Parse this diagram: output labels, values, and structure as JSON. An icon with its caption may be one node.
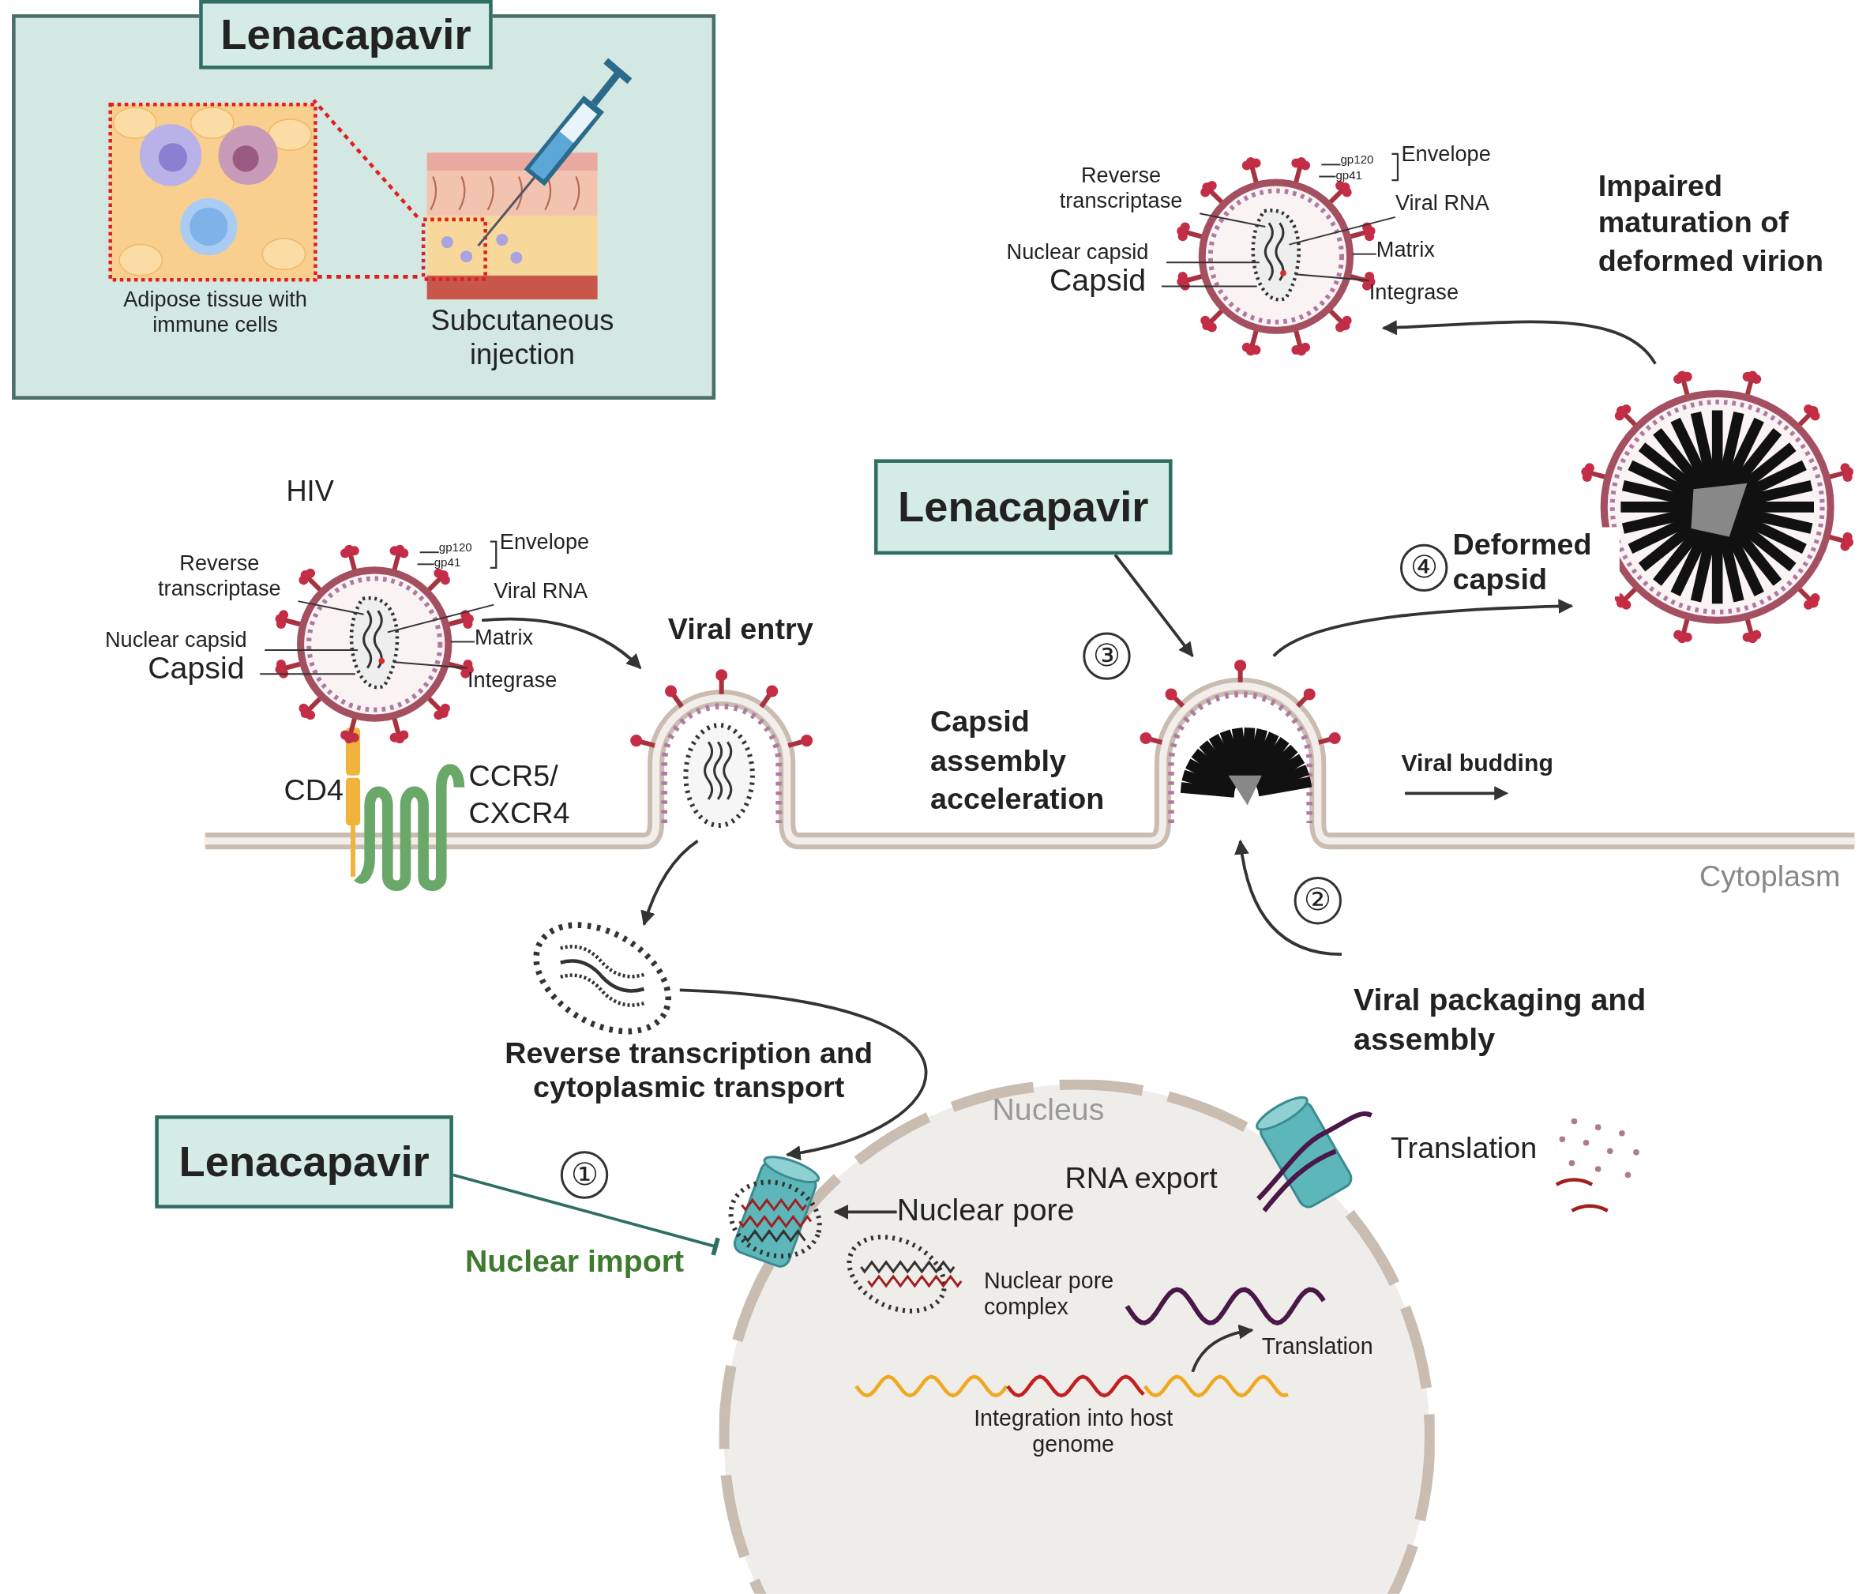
{
  "diagram": {
    "nodes": [
      {
        "text": [],
        "shape": "box"
      },
      {
        "text": [
          "Lenacapavir"
        ]
      },
      {
        "text": [],
        "shape": "picture",
        "in": 0,
        "beside": [
          "Adipose tissue with immune cells"
        ]
      },
      {
        "text": [],
        "shape": "picture",
        "in": 0,
        "beside": [
          "Subcutaneous injection"
        ]
      },
      {
        "text": [],
        "shape": "picture",
        "beside": [
          "HIV"
        ]
      },
      {
        "text": [
          "Reverse transcriptase"
        ]
      },
      {
        "text": [
          "Nuclear capsid"
        ]
      },
      {
        "text": [
          "Capsid"
        ]
      },
      {
        "text": [
          "gp120"
        ]
      },
      {
        "text": [
          "gp41"
        ]
      },
      {
        "text": [
          "Viral RNA"
        ]
      },
      {
        "text": [
          "Matrix"
        ]
      },
      {
        "text": [
          "Integrase"
        ]
      },
      {
        "text": [],
        "shape": "picture"
      },
      {
        "text": [
          "Reverse transcriptase"
        ]
      },
      {
        "text": [
          "Nuclear capsid"
        ]
      },
      {
        "text": [
          "Capsid"
        ]
      },
      {
        "text": [
          "gp120"
        ]
      },
      {
        "text": [
          "gp41"
        ]
      },
      {
        "text": [
          "Viral RNA"
        ]
      },
      {
        "text": [
          "Matrix"
        ]
      },
      {
        "text": [
          "Integrase"
        ]
      },
      {
        "text": [],
        "shape": "picture",
        "beside": [
          "Viral entry"
        ]
      },
      {
        "text": [],
        "shape": "picture",
        "beside": [
          "Reverse transcription and cytoplasmic transport"
        ]
      },
      {
        "text": [
          "Nucleus"
        ]
      },
      {
        "text": [],
        "shape": "picture"
      },
      {
        "text": [
          "Nuclear pore"
        ],
        "in": 24
      },
      {
        "text": [
          "Lenacapavir"
        ]
      },
      {
        "text": [],
        "shape": "picture",
        "in": 24,
        "beside": [
          "Nuclear pore complex"
        ]
      },
      {
        "text": [],
        "shape": "picture",
        "in": 24,
        "beside": [
          "Integration into host genome"
        ]
      },
      {
        "text": [],
        "shape": "picture",
        "in": 24
      },
      {
        "text": [],
        "shape": "picture"
      },
      {
        "text": [],
        "shape": "picture",
        "beside": [
          "Translation"
        ]
      },
      {
        "text": [],
        "shape": "picture"
      },
      {
        "text": [
          "Lenacapavir"
        ]
      },
      {
        "text": [],
        "shape": "picture"
      }
    ],
    "edges": [
      {
        "from": 3,
        "to": 2,
        "arrow": "none",
        "style": "dashed",
        "color": "#e02020"
      },
      {
        "from": 3,
        "to": 2,
        "arrow": "none",
        "style": "dashed",
        "color": "#e02020"
      },
      {
        "from": 5,
        "to": 4,
        "arrow": "none"
      },
      {
        "from": 6,
        "to": 4,
        "arrow": "none"
      },
      {
        "from": 7,
        "to": 4,
        "arrow": "none"
      },
      {
        "from": 8,
        "to": 4,
        "arrow": "none"
      },
      {
        "from": 9,
        "to": 4,
        "arrow": "none"
      },
      {
        "from": 10,
        "to": 4,
        "arrow": "none"
      },
      {
        "from": 11,
        "to": 4,
        "arrow": "none"
      },
      {
        "from": 12,
        "to": 4,
        "arrow": "none"
      },
      {
        "from": 14,
        "to": 13,
        "arrow": "none"
      },
      {
        "from": 15,
        "to": 13,
        "arrow": "none"
      },
      {
        "from": 16,
        "to": 13,
        "arrow": "none"
      },
      {
        "from": 17,
        "to": 13,
        "arrow": "none"
      },
      {
        "from": 18,
        "to": 13,
        "arrow": "none"
      },
      {
        "from": 19,
        "to": 13,
        "arrow": "none"
      },
      {
        "from": 20,
        "to": 13,
        "arrow": "none"
      },
      {
        "from": 21,
        "to": 13,
        "arrow": "none"
      },
      {
        "from": 4,
        "to": 22,
        "arrow": "to"
      },
      {
        "from": 22,
        "to": 23,
        "arrow": "to"
      },
      {
        "from": 23,
        "to": 25,
        "arrow": "to"
      },
      {
        "from": 26,
        "to": 25,
        "arrow": "to"
      },
      {
        "from": 27,
        "to": 25,
        "arrow": "other",
        "color": "#2f6f63"
      },
      {
        "from": 29,
        "to": 30,
        "arrow": "to",
        "label": "Translation"
      },
      {
        "from": null,
        "to": 33,
        "arrow": "to"
      },
      {
        "from": 34,
        "to": 33,
        "arrow": "to"
      },
      {
        "from": 33,
        "to": 35,
        "arrow": "to",
        "label": "Deformed capsid"
      },
      {
        "from": 35,
        "to": 13,
        "arrow": "to",
        "label": "Impaired maturation of deformed virion"
      }
    ],
    "labels": [
      "Envelope",
      "Envelope",
      "③",
      "④",
      "Capsid assembly acceleration",
      "Viral budding",
      "CD4",
      "CCR5/ CXCR4",
      "Cytoplasm",
      "②",
      "Viral packaging and assembly",
      "①",
      "Nuclear import",
      "RNA export"
    ]
  }
}
